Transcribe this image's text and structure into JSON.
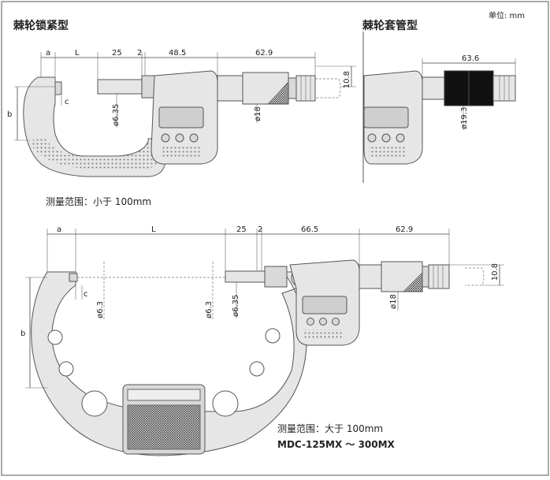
{
  "header": {
    "unit_label": "单位: mm",
    "title_left": "棘轮锁紧型",
    "title_right": "棘轮套管型"
  },
  "top_dims": {
    "a": "a",
    "L": "L",
    "d25": "25",
    "d2": "2",
    "d48_5": "48.5",
    "d62_9": "62.9",
    "d10_8": "10.8",
    "b": "b",
    "c": "c",
    "dia6_35": "ø6.35",
    "dia18": "ø18"
  },
  "right_dims": {
    "d63_6": "63.6",
    "dia19_3": "ø19.3"
  },
  "range_small": "测量范围：小于 100mm",
  "bottom_dims": {
    "a": "a",
    "L": "L",
    "d25": "25",
    "d2": "2",
    "d66_5": "66.5",
    "d62_9": "62.9",
    "d10_8": "10.8",
    "b": "b",
    "c": "c",
    "dia6_3a": "ø6.3",
    "dia6_3b": "ø6.3",
    "dia6_35": "ø6.35",
    "dia18": "ø18"
  },
  "range_large": "测量范围：大于 100mm",
  "model": "MDC-125MX ～ 300MX"
}
